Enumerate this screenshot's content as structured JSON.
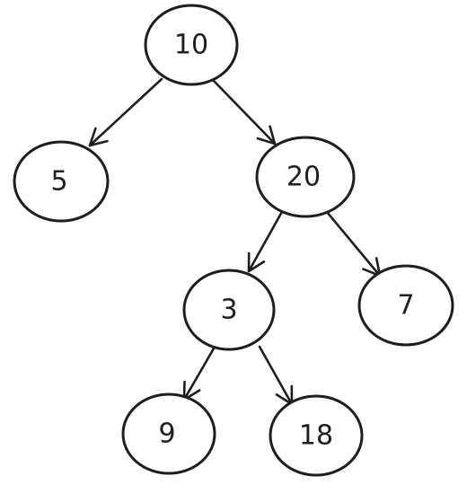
{
  "diagram": {
    "type": "binary-tree",
    "nodes": [
      {
        "id": "n10",
        "label": "10"
      },
      {
        "id": "n5",
        "label": "5"
      },
      {
        "id": "n20",
        "label": "20"
      },
      {
        "id": "n3",
        "label": "3"
      },
      {
        "id": "n7",
        "label": "7"
      },
      {
        "id": "n9",
        "label": "9"
      },
      {
        "id": "n18",
        "label": "18"
      }
    ],
    "edges": [
      {
        "from": "n10",
        "to": "n5"
      },
      {
        "from": "n10",
        "to": "n20"
      },
      {
        "from": "n20",
        "to": "n3"
      },
      {
        "from": "n20",
        "to": "n7"
      },
      {
        "from": "n3",
        "to": "n9"
      },
      {
        "from": "n3",
        "to": "n18"
      }
    ],
    "colors": {
      "stroke": "#1e1e1e",
      "fill": "#ffffff",
      "background": "#ffffff"
    }
  }
}
